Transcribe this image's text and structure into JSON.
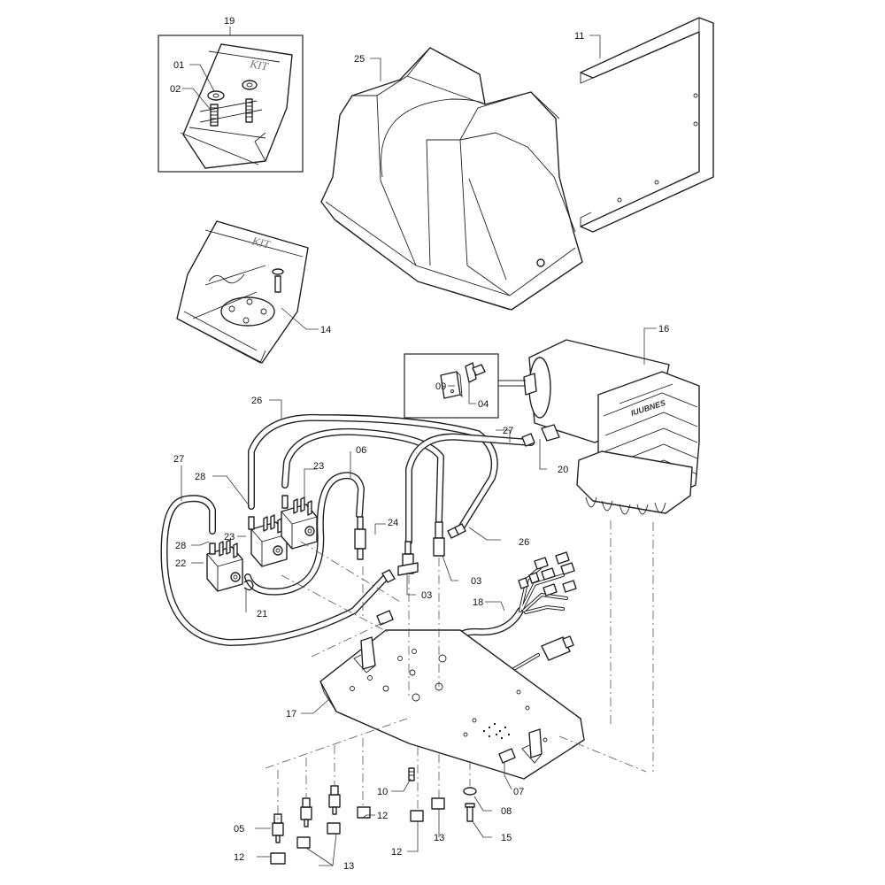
{
  "part_labels": {
    "p01": "01",
    "p02": "02",
    "p03a": "03",
    "p03b": "03",
    "p04": "04",
    "p05": "05",
    "p06": "06",
    "p07": "07",
    "p08": "08",
    "p09": "09",
    "p10": "10",
    "p11": "11",
    "p12a": "12",
    "p12b": "12",
    "p12c": "12",
    "p13a": "13",
    "p13b": "13",
    "p14": "14",
    "p15": "15",
    "p16": "16",
    "p17": "17",
    "p18": "18",
    "p19": "19",
    "p20": "20",
    "p21": "21",
    "p22": "22",
    "p23a": "23",
    "p23b": "23",
    "p24": "24",
    "p25": "25",
    "p26a": "26",
    "p26b": "26",
    "p27a": "27",
    "p27b": "27",
    "p28a": "28",
    "p28b": "28"
  },
  "kit_text": {
    "kit19": "KIT",
    "kit14": "KIT"
  },
  "compressor_brand": "IUUBNES"
}
